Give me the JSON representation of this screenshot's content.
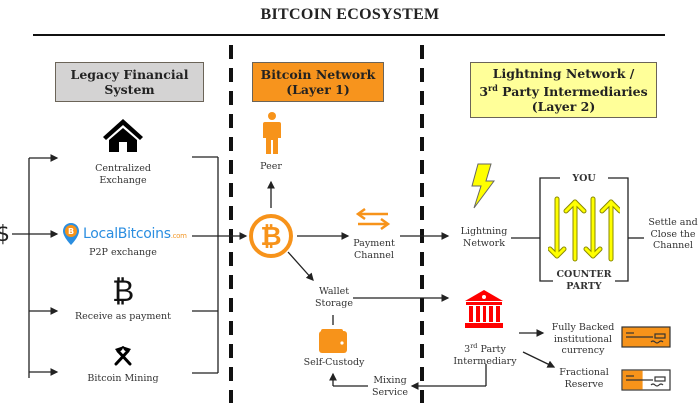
{
  "title": "BITCOIN ECOSYSTEM",
  "colors": {
    "legacy_box": "#d4d3d3",
    "bitcoin_box": "#f7941d",
    "lightning_box": "#ffff99",
    "orange": "#f7931a",
    "yellow": "#ffff00",
    "red": "#ff0000",
    "localbitcoins_blue": "#2b8ee0"
  },
  "sections": {
    "legacy": {
      "line1": "Legacy Financial",
      "line2": "System"
    },
    "bitcoin": {
      "line1": "Bitcoin Network",
      "line2": "(Layer 1)"
    },
    "lightning": {
      "line1": "Lightning Network /",
      "line2_sup": "rd",
      "line2_pre": "3",
      "line2_post": " Party Intermediaries",
      "line3": "(Layer 2)"
    }
  },
  "source_icon": "dollar-sign-icon",
  "source_symbol": "$",
  "legacy_items": [
    {
      "icon": "house-icon",
      "line1": "Centralized",
      "line2": "Exchange"
    },
    {
      "icon": "localbitcoins-logo",
      "logo_text": "LocalBitcoins",
      "logo_suffix": ".com",
      "line1": "P2P exchange"
    },
    {
      "icon": "bitcoin-symbol-icon",
      "symbol": "₿",
      "line1": "Receive as payment"
    },
    {
      "icon": "mining-hammers-icon",
      "line1": "Bitcoin Mining"
    }
  ],
  "bitcoin_nodes": {
    "peer": "Peer",
    "payment_channel": {
      "line1": "Payment",
      "line2": "Channel"
    },
    "wallet_storage": {
      "line1": "Wallet",
      "line2": "Storage"
    },
    "self_custody": "Self-Custody",
    "mixing_service": {
      "line1": "Mixing",
      "line2": "Service"
    }
  },
  "lightning_nodes": {
    "lightning_network": {
      "line1": "Lightning",
      "line2": "Network"
    },
    "you": "YOU",
    "counterparty": {
      "line1": "COUNTER",
      "line2": "PARTY"
    },
    "settle": {
      "line1": "Settle and",
      "line2": "Close the",
      "line3": "Channel"
    },
    "intermediary": {
      "pre": "3",
      "sup": "rd",
      "post": " Party",
      "line2": "Intermediary"
    },
    "fully_backed": {
      "line1": "Fully Backed",
      "line2": "institutional",
      "line3": "currency"
    },
    "fractional": {
      "line1": "Fractional",
      "line2": "Reserve"
    }
  }
}
